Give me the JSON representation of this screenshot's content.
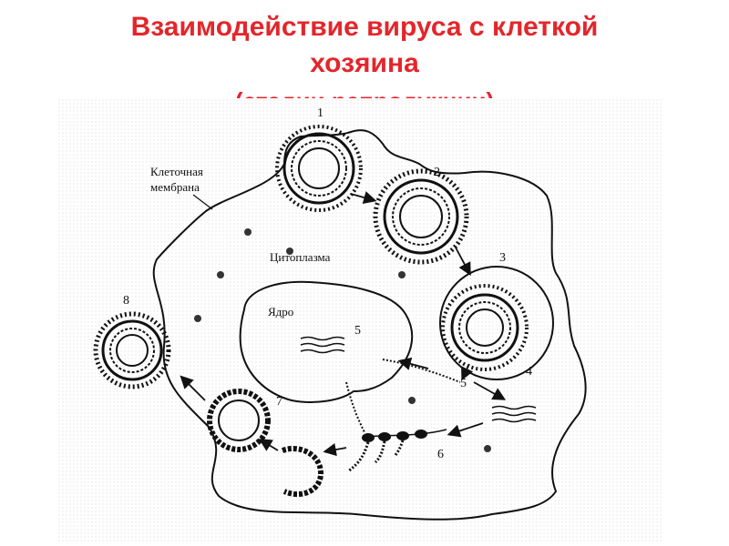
{
  "title": {
    "line1": "Взаимодействие вируса с клеткой",
    "line2": "хозяина",
    "subtitle": "(стадии репродукции)"
  },
  "labels": {
    "membrane_line1": "Клеточная",
    "membrane_line2": "мембрана",
    "cytoplasm": "Цитоплазма",
    "nucleus": "Ядро"
  },
  "stages": [
    "1",
    "2",
    "3",
    "4",
    "5",
    "5",
    "6",
    "7",
    "8"
  ],
  "colors": {
    "title": "#e3262b",
    "ink": "#111111"
  }
}
